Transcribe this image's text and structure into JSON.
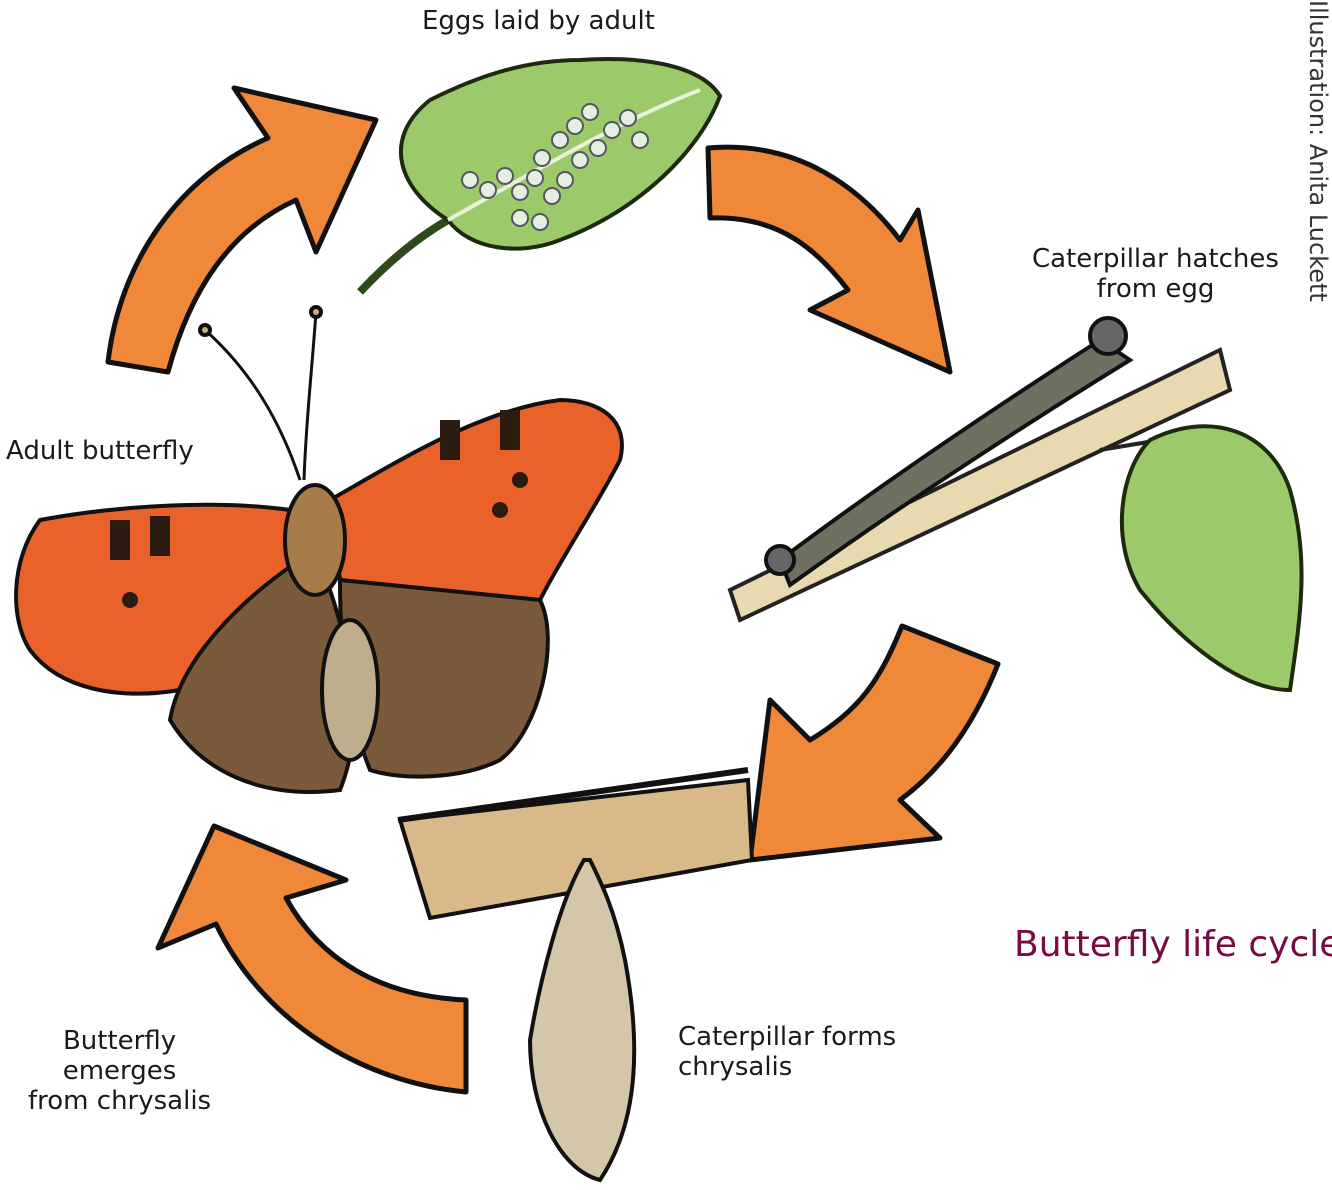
{
  "title": "Butterfly life cycle",
  "credit": "Illustration: Anita Luckett",
  "stages": {
    "eggs": {
      "line1": "Eggs laid by adult"
    },
    "caterpillar": {
      "line1": "Caterpillar hatches",
      "line2": "from egg"
    },
    "chrysalis": {
      "line1": "Caterpillar forms",
      "line2": "chrysalis"
    },
    "emerges": {
      "line1": "Butterfly",
      "line2": "emerges",
      "line3": "from chrysalis"
    },
    "adult": {
      "line1": "Adult butterfly"
    }
  },
  "colors": {
    "arrow": "#f0883a",
    "title": "#7a0a40",
    "leaf": "#9cc96a",
    "orange_wing": "#e8622a",
    "brown": "#6b4a2e"
  }
}
